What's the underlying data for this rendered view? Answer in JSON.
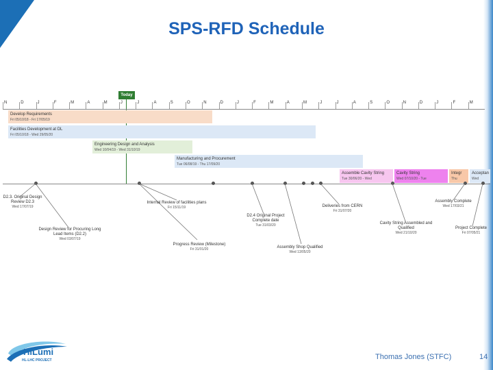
{
  "title": "SPS-RFD Schedule",
  "today_label": "Today",
  "months": [
    "N",
    "D",
    "J",
    "F",
    "M",
    "A",
    "M",
    "J",
    "J",
    "A",
    "S",
    "O",
    "N",
    "D",
    "J",
    "F",
    "M",
    "A",
    "M",
    "J",
    "J",
    "A",
    "S",
    "O",
    "N",
    "D",
    "J",
    "F",
    "M"
  ],
  "bars": [
    {
      "label": "Develop Requirements",
      "dates": "Fri 05/10/18 - Fri 17/05/19",
      "color": "#f8dcc8"
    },
    {
      "label": "Facilities Development at DL",
      "dates": "Fri 05/10/18 - Wed 29/05/20",
      "color": "#dce8f6"
    },
    {
      "label": "Engineering Design and Analysis",
      "dates": "Wed 10/04/19 - Wed 31/10/19",
      "color": "#e2efd9"
    },
    {
      "label": "Manufacturing and Procurement",
      "dates": "Tue 06/08/19 - Thu 17/09/20",
      "color": "#dce8f6"
    },
    {
      "label": "Assemble Cavity String",
      "dates": "Tue 30/06/20 - Wed",
      "color": "#f7c6ef"
    },
    {
      "label": "Cavity String",
      "dates": "Wed 07/10/20 - Tue",
      "color": "#ee82ee"
    },
    {
      "label": "Integr",
      "dates": "Thu",
      "color": "#f8c8a8"
    },
    {
      "label": "Acceptan",
      "dates": "Wed",
      "color": "#dce8f6"
    }
  ],
  "milestones": [
    {
      "label": "D2.3. Original Design Review D2.3",
      "date": "Wed 17/07/19"
    },
    {
      "label": "Design Review for Procuring Long Lead Items (D2.2)",
      "date": "Wed 03/07/19"
    },
    {
      "label": "Internal Review of facilities plans",
      "date": "Fri 15/11/19"
    },
    {
      "label": "Progress Review (Milestone)",
      "date": "Fri 31/01/20"
    },
    {
      "label": "D2.4 Original Project Complete date",
      "date": "Tue 31/03/20"
    },
    {
      "label": "Assembly Shop Qualified",
      "date": "Wed 13/05/20"
    },
    {
      "label": "Deliveries from CERN",
      "date": "Fri 31/07/20"
    },
    {
      "label": "Cavity String Assembled and Qualified",
      "date": "Wed 21/10/20"
    },
    {
      "label": "Assembly Complete",
      "date": "Wed 17/03/21"
    },
    {
      "label": "Project Complete",
      "date": "Fri 07/05/21"
    }
  ],
  "footer": "Thomas Jones (STFC)",
  "page_number": "14",
  "logo": {
    "name": "HiLumi",
    "subtitle": "HL-LHC PROJECT",
    "colors": [
      "#1c6fb6",
      "#7fc7e9"
    ]
  }
}
